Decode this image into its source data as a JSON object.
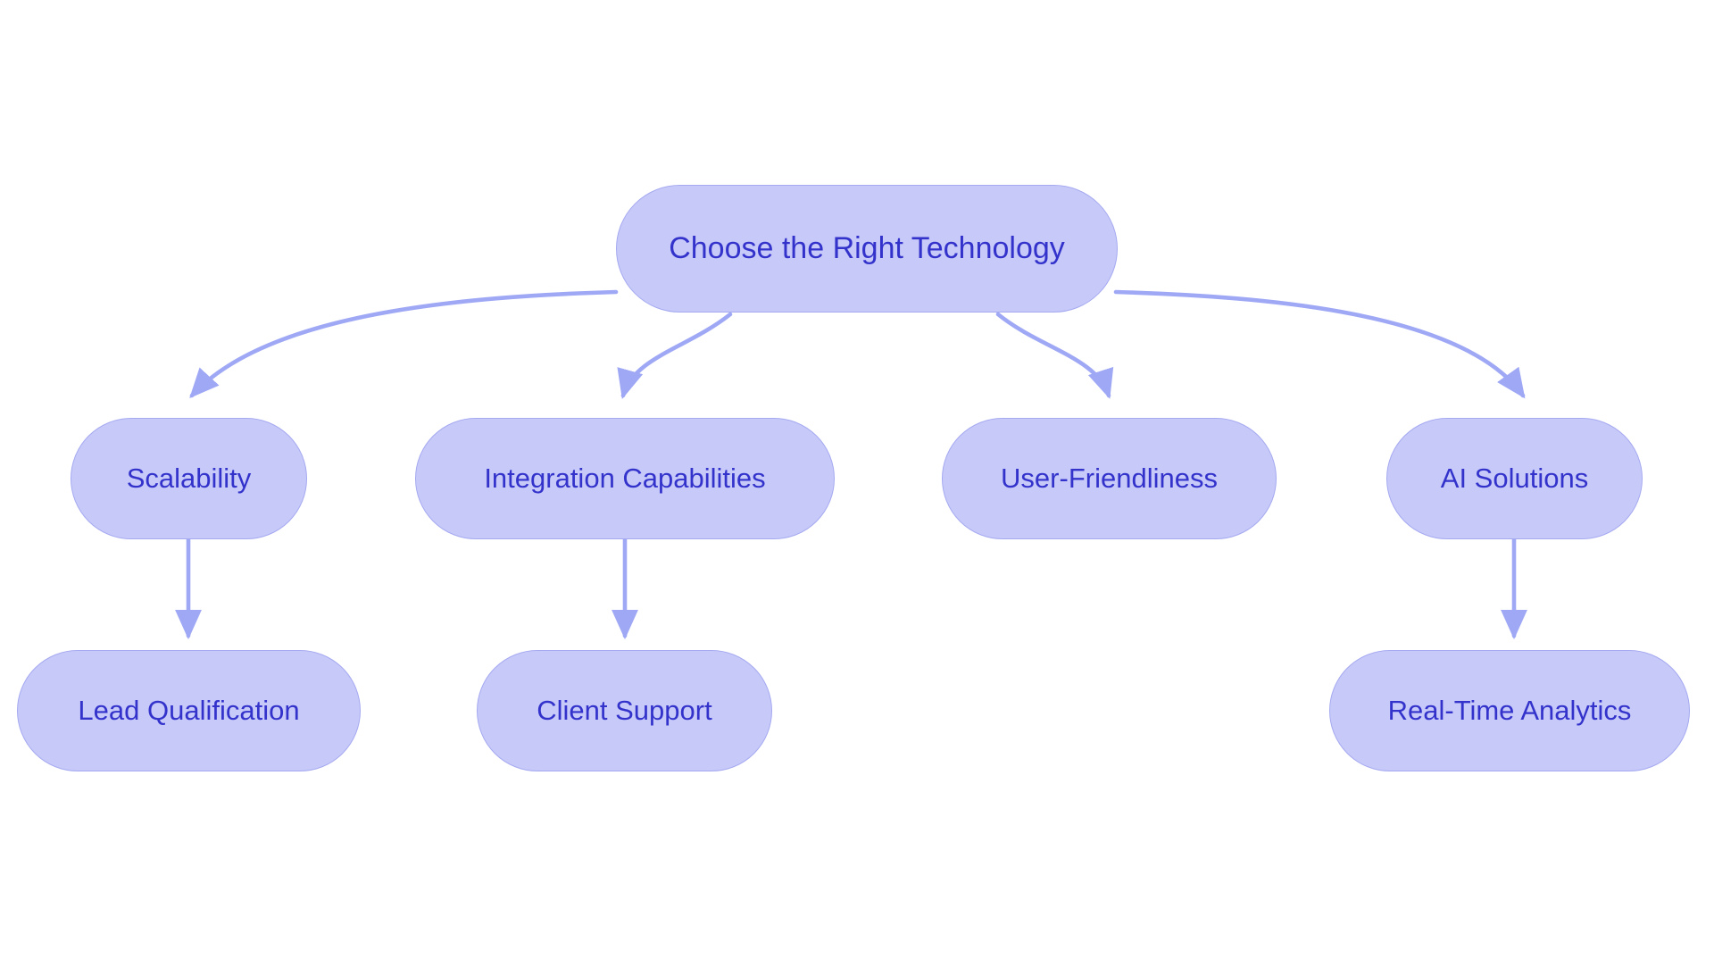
{
  "diagram": {
    "type": "flowchart",
    "orientation": "top-down",
    "background_color": "#ffffff",
    "node_fill_color": "#c7caf9",
    "node_border_color": "#a5a9f0",
    "node_text_color": "#3333cc",
    "edge_color": "#9fa8f5",
    "root": {
      "id": "choose-the-right-technology",
      "label": "Choose the Right Technology"
    },
    "level2": [
      {
        "id": "scalability",
        "label": "Scalability"
      },
      {
        "id": "integration-capabilities",
        "label": "Integration Capabilities"
      },
      {
        "id": "user-friendliness",
        "label": "User-Friendliness"
      },
      {
        "id": "ai-solutions",
        "label": "AI Solutions"
      }
    ],
    "level3": [
      {
        "id": "lead-qualification",
        "label": "Lead Qualification"
      },
      {
        "id": "client-support",
        "label": "Client Support"
      },
      {
        "id": "real-time-analytics",
        "label": "Real-Time Analytics"
      }
    ],
    "edges": [
      {
        "from": "Choose the Right Technology",
        "to": "Scalability"
      },
      {
        "from": "Choose the Right Technology",
        "to": "Integration Capabilities"
      },
      {
        "from": "Choose the Right Technology",
        "to": "User-Friendliness"
      },
      {
        "from": "Choose the Right Technology",
        "to": "AI Solutions"
      },
      {
        "from": "Scalability",
        "to": "Lead Qualification"
      },
      {
        "from": "Integration Capabilities",
        "to": "Client Support"
      },
      {
        "from": "AI Solutions",
        "to": "Real-Time Analytics"
      }
    ]
  }
}
